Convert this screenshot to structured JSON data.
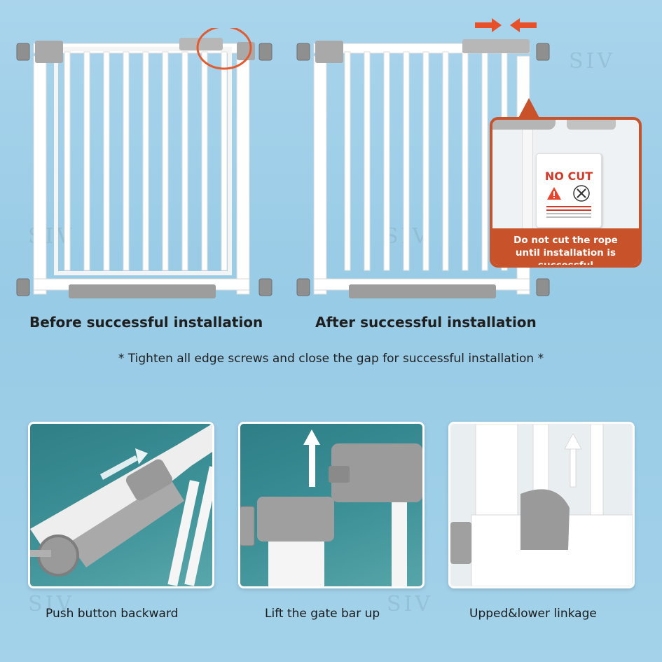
{
  "captions": {
    "before": "Before successful installation",
    "after": "After successful installation",
    "note": "* Tighten all edge screws and close the gap for successful installation *",
    "step1": "Push button backward",
    "step2": "Lift the gate bar up",
    "step3": "Upped&lower linkage"
  },
  "inset": {
    "tag_title": "NO CUT",
    "banner": "Do not cut the rope until installation is successful"
  },
  "watermark": "SIV",
  "colors": {
    "accent": "#c8522a",
    "arrow": "#e8502a",
    "gate": "#ffffff",
    "fitting": "#a8a8a8",
    "background": "#a9d4ec"
  }
}
